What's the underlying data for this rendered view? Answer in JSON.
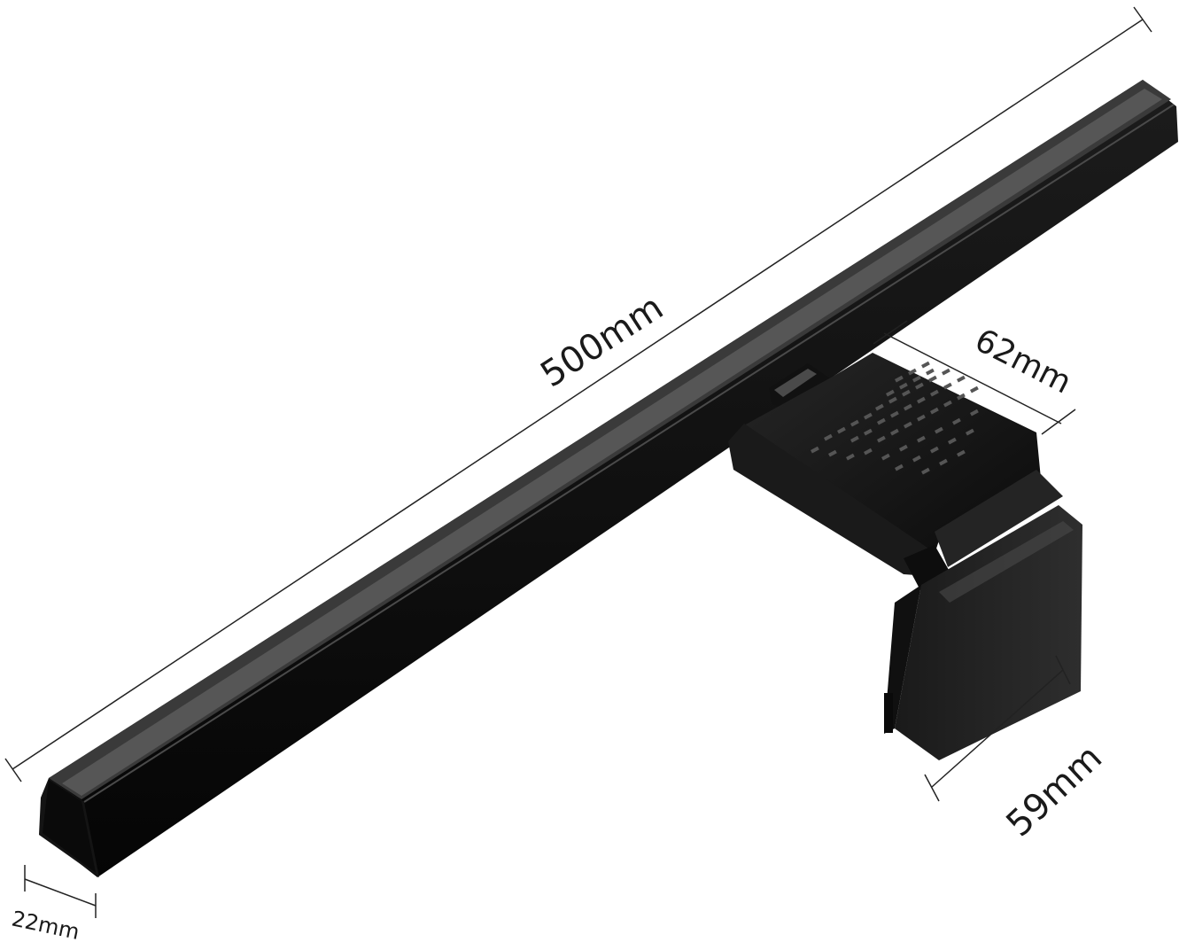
{
  "dimensions": {
    "length": "500mm",
    "clamp_width": "62mm",
    "clamp_depth": "59mm",
    "bar_width": "22mm"
  },
  "colors": {
    "background": "#ffffff",
    "product_dark": "#0d0d0d",
    "product_mid": "#1f1f1f",
    "product_highlight": "#5a5a5a",
    "dimension_line": "#222222"
  }
}
